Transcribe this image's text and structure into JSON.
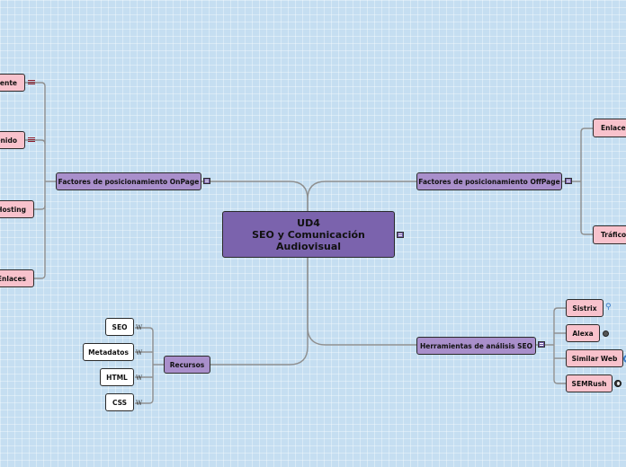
{
  "root": {
    "line1": "UD4",
    "line2": "SEO y Comunicación",
    "line3": "Audiovisual"
  },
  "branches": {
    "onpage": {
      "label": "Factores de posicionamiento OnPage",
      "children": [
        "mente",
        "enido",
        "Hosting",
        "Enlaces"
      ]
    },
    "offpage": {
      "label": "Factores de posicionamiento OffPage",
      "children": [
        "Enlaces",
        "Tráfico"
      ]
    },
    "recursos": {
      "label": "Recursos",
      "children": [
        "SEO",
        "Metadatos",
        "HTML",
        "CSS"
      ]
    },
    "herramientas": {
      "label": "Herramientas de análisis SEO",
      "children": [
        "Sistrix",
        "Alexa",
        "Similar Web",
        "SEMRush"
      ]
    }
  },
  "icons": {
    "note": "note-icon",
    "wikipedia": "W",
    "sistrix": "search-icon",
    "alexa": "dot-icon",
    "similarweb": "ring-icon",
    "semrush": "globe-icon"
  },
  "colors": {
    "background": "#c5def1",
    "root": "#7b63ad",
    "main": "#a98fcb",
    "pink": "#f8c2cc",
    "white": "#ffffff",
    "line": "#8f8f8f"
  }
}
